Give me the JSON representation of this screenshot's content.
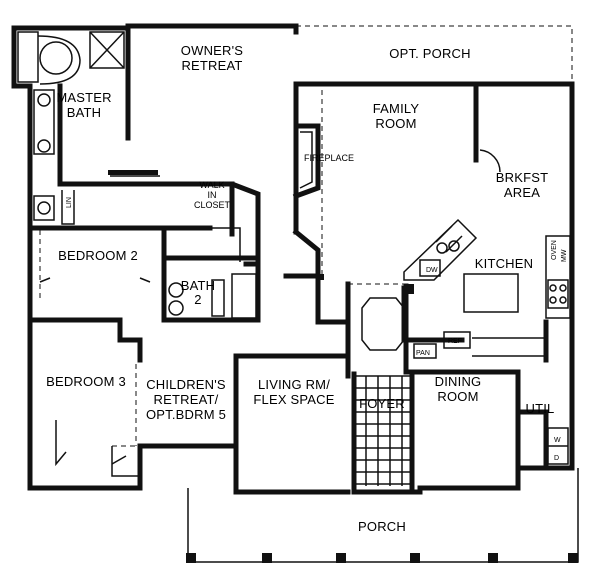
{
  "rooms": {
    "owners_retreat": [
      "OWNER'S",
      "RETREAT"
    ],
    "opt_porch": "OPT. PORCH",
    "master_bath": [
      "MASTER",
      "BATH"
    ],
    "family_room": [
      "FAMILY",
      "ROOM"
    ],
    "walk_in_closet": [
      "WALK",
      "IN",
      "CLOSET"
    ],
    "fireplace": "FIREPLACE",
    "brkfst_area": [
      "BRKFST",
      "AREA"
    ],
    "lin": "LIN",
    "bedroom2": "BEDROOM 2",
    "bath2": [
      "BATH",
      "2"
    ],
    "kitchen": "KITCHEN",
    "dw": "DW",
    "oven": "OVEN",
    "mw": "MW",
    "ref": "REF",
    "pan": "PAN",
    "bedroom3": "BEDROOM 3",
    "childrens_retreat": [
      "CHILDREN'S",
      "RETREAT/",
      "OPT.BDRM 5"
    ],
    "living_rm": [
      "LIVING RM/",
      "FLEX SPACE"
    ],
    "foyer": "FOYER",
    "dining_room": [
      "DINING",
      "ROOM"
    ],
    "util": "UTIL",
    "w": "W",
    "d": "D",
    "porch": "PORCH"
  }
}
